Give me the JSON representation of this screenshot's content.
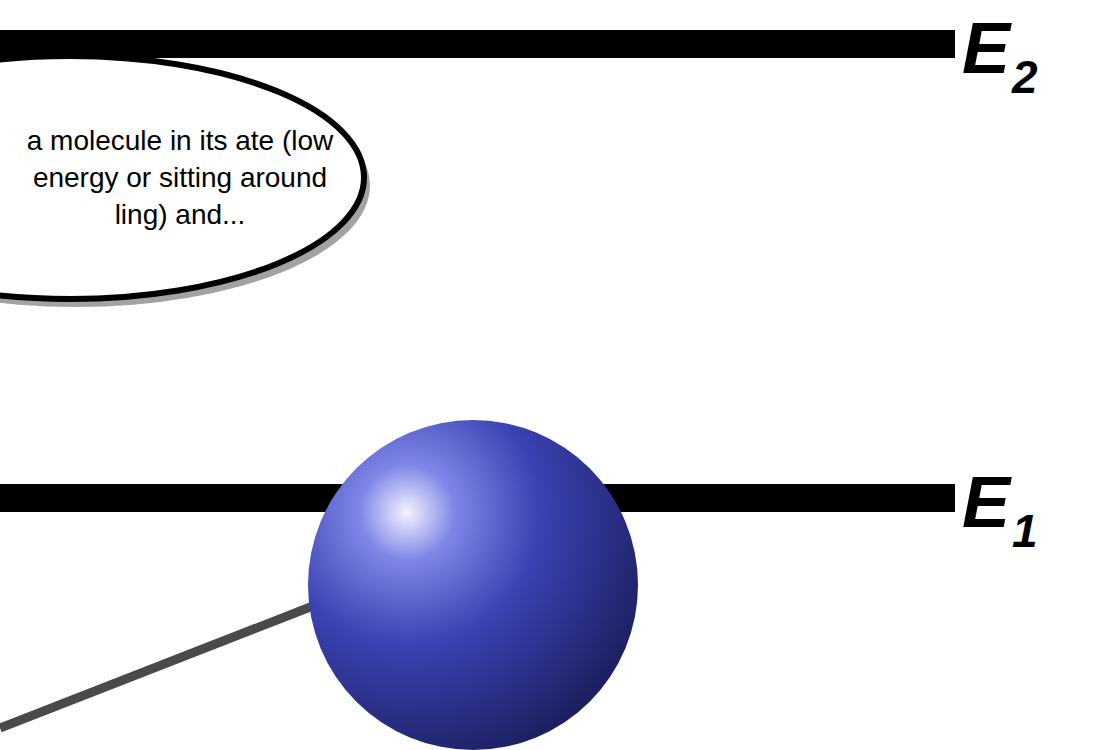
{
  "diagram": {
    "nodes": [
      {
        "text": [
          "a molecule in its ate (low energy or sitting around ling) and..."
        ]
      }
    ],
    "labels": [
      "E",
      "2",
      "E",
      "1"
    ]
  }
}
